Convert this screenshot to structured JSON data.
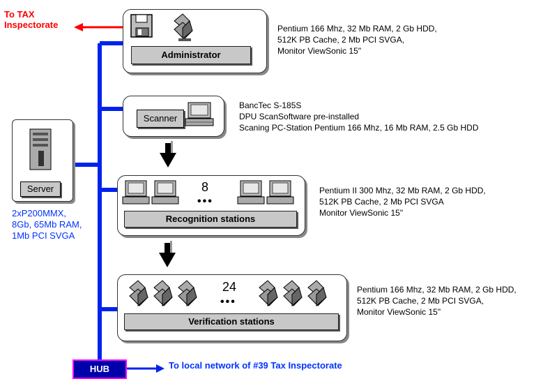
{
  "top_left": {
    "to_tax": "To TAX",
    "inspectorate": "Inspectorate"
  },
  "administrator": {
    "label": "Administrator",
    "specs": [
      "Pentium 166 Mhz, 32 Mb RAM, 2 Gb HDD,",
      "512K PB Cache, 2 Mb PCI SVGA,",
      "Monitor ViewSonic 15\""
    ]
  },
  "scanner": {
    "label": "Scanner",
    "specs": [
      "BancTec S-185S",
      "DPU ScanSoftware pre-installed",
      "Scaning PC-Station Pentium 166 Mhz, 16 Mb RAM, 2.5 Gb HDD"
    ]
  },
  "server": {
    "label": "Server",
    "specs": [
      "2xP200MMX,",
      "8Gb, 65Mb RAM,",
      "1Mb PCI SVGA"
    ]
  },
  "recognition": {
    "label": "Recognition stations",
    "count": "8",
    "dots": "•••",
    "specs": [
      "Pentium II 300 Mhz, 32 Mb RAM, 2 Gb HDD,",
      "512K PB Cache, 2 Mb PCI SVGA",
      "Monitor ViewSonic 15\""
    ]
  },
  "verification": {
    "label": "Verification stations",
    "count": "24",
    "dots": "•••",
    "specs": [
      "Pentium 166 Mhz, 32 Mb RAM, 2 Gb HDD,",
      "512K PB Cache, 2 Mb PCI SVGA,",
      "Monitor ViewSonic 15\""
    ]
  },
  "hub": {
    "label": "HUB"
  },
  "local_network": "To local network of #39 Tax Inspectorate",
  "colors": {
    "network_line": "#0022ee",
    "red_arrow": "#ff0000",
    "hub": "#0000aa",
    "hub_border": "#ff00ff"
  }
}
